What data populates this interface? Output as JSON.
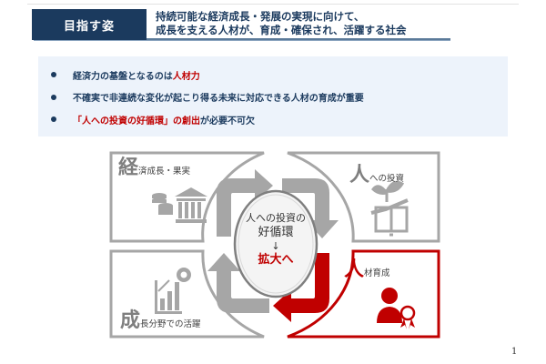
{
  "header": {
    "label": "目指す姿",
    "line1": "持続可能な経済成長・発展の実現に向けて、",
    "line2": "成長を支える人材が、育成・確保され、活躍する社会"
  },
  "points": [
    {
      "text": "経済力の基盤となるのは",
      "highlight": "人材力",
      "suffix": ""
    },
    {
      "text": "不確実で非連続な変化が起こり得る未来に対応できる人材の育成が重要",
      "highlight": "",
      "suffix": ""
    },
    {
      "text": "",
      "highlight": "「人への投資の好循環」の創出",
      "suffix": "が必要不可欠"
    }
  ],
  "diagram": {
    "quadrants": {
      "top_left": {
        "big": "経",
        "small": "済成長・果実",
        "icon": "coins-bank-icon"
      },
      "top_right": {
        "big": "人",
        "small": "への投資",
        "icon": "plant-hand-book-icon"
      },
      "bottom_left": {
        "big": "成",
        "small": "長分野での活躍",
        "icon": "growth-chart-gear-icon"
      },
      "bottom_right": {
        "big": "人",
        "small": "材育成",
        "icon": "person-award-icon",
        "highlighted": true
      }
    },
    "center": {
      "line1": "人への投資の",
      "line2": "好循環",
      "arrow": "↓",
      "line3": "拡大へ"
    },
    "colors": {
      "gray": "#a6a6a6",
      "red": "#c00000",
      "navy": "#1b3a5e"
    }
  },
  "page_number": "1"
}
